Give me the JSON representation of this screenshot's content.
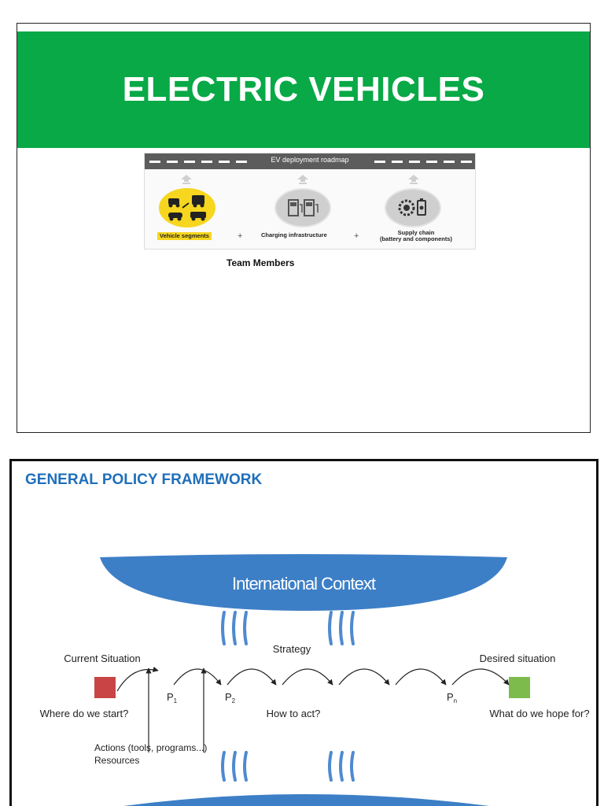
{
  "slide1": {
    "title": "ELECTRIC VEHICLES",
    "roadmap": {
      "header": "EV deployment roadmap",
      "segments": [
        {
          "label": "Vehicle segments"
        },
        {
          "label": "Charging infrastructure"
        },
        {
          "label_line1": "Supply chain",
          "label_line2": "(battery and components)"
        }
      ],
      "plus": "+"
    },
    "team_label": "Team Members",
    "colors": {
      "banner": "#08a946",
      "highlight": "#f6d61f"
    }
  },
  "slide2": {
    "title": "GENERAL POLICY FRAMEWORK",
    "diagram": {
      "context": "International Context",
      "strategy": "Strategy",
      "current_situation": "Current Situation",
      "desired_situation": "Desired situation",
      "where_start": "Where do we start?",
      "how_to_act": "How to act?",
      "hope_for": "What do we hope for?",
      "p1": "P",
      "p1_sub": "1",
      "p2": "P",
      "p2_sub": "2",
      "pn": "P",
      "pn_sub": "n",
      "actions": "Actions (tools, programs...)",
      "resources": "Resources"
    },
    "colors": {
      "title": "#1f6fba",
      "context": "#3d7fc6",
      "start_box": "#c94444",
      "end_box": "#7dbb4d"
    }
  }
}
